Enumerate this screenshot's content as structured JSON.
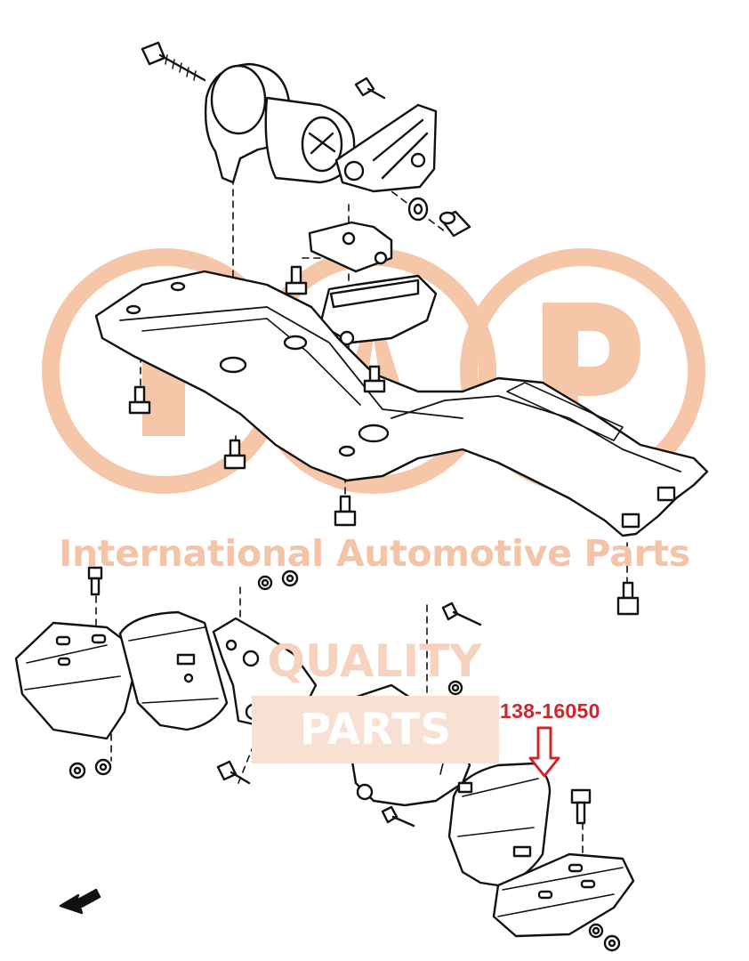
{
  "watermark": {
    "logo_letters": "IAP",
    "company_name": "International Automotive Parts",
    "badge_line1": "QUALITY",
    "badge_line2": "PARTS",
    "color": "#f3c4a8"
  },
  "callout": {
    "part_number": "138-16050",
    "color": "#d0262b",
    "arrow_icon": "down-arrow-icon"
  },
  "diagram": {
    "line_color": "#111111",
    "direction_marker": "FWD"
  }
}
